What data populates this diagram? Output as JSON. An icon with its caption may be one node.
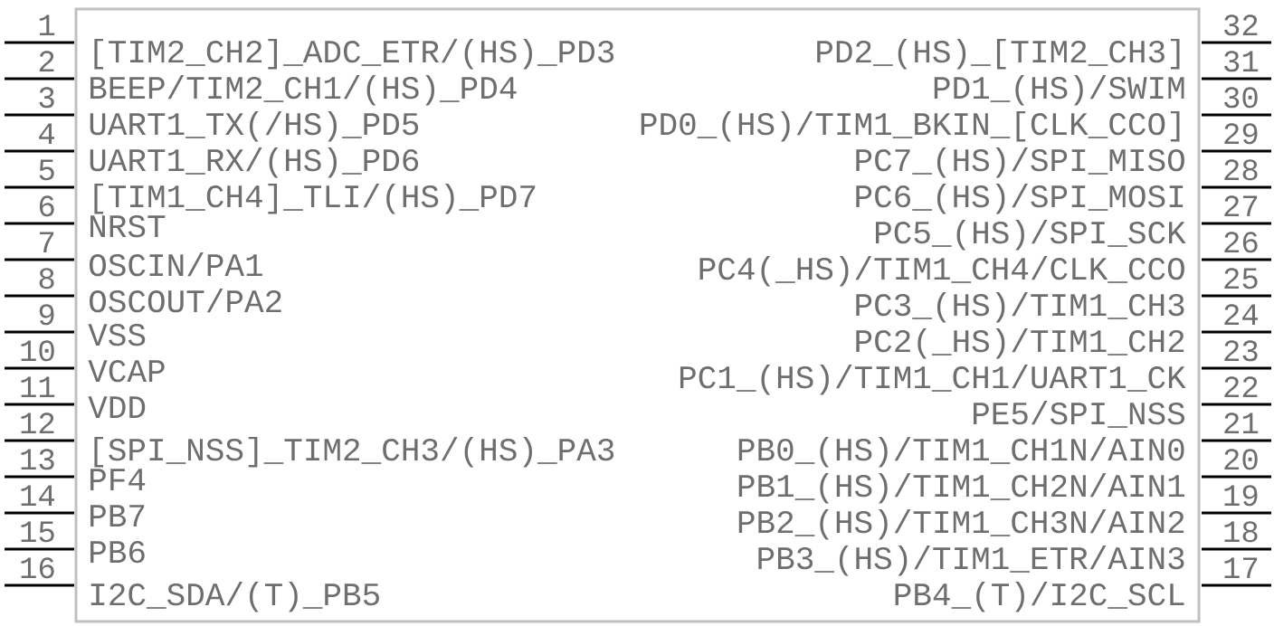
{
  "diagram": {
    "nodes": [
      {
        "text": [],
        "shape": "box"
      }
    ],
    "labels": [
      "1",
      "[TIM2_CH2]_ADC_ETR/(HS)_PD3",
      "PD2_(HS)_[TIM2_CH3]",
      "32",
      "2",
      "BEEP/TIM2_CH1/(HS)_PD4",
      "PD1_(HS)/SWIM",
      "31",
      "3",
      "UART1_TX(/HS)_PD5",
      "PD0_(HS)/TIM1_BKIN_[CLK_CCO]",
      "30",
      "4",
      "UART1_RX/(HS)_PD6",
      "PC7_(HS)/SPI_MISO",
      "29",
      "5",
      "[TIM1_CH4]_TLI/(HS)_PD7",
      "PC6_(HS)/SPI_MOSI",
      "28",
      "6",
      "NRST",
      "PC5_(HS)/SPI_SCK",
      "27",
      "7",
      "OSCIN/PA1",
      "PC4(_HS)/TIM1_CH4/CLK_CCO",
      "26",
      "8",
      "OSCOUT/PA2",
      "PC3_(HS)/TIM1_CH3",
      "25",
      "9",
      "VSS",
      "PC2(_HS)/TIM1_CH2",
      "24",
      "10",
      "VCAP",
      "PC1_(HS)/TIM1_CH1/UART1_CK",
      "23",
      "11",
      "VDD",
      "PE5/SPI_NSS",
      "22",
      "12",
      "[SPI_NSS]_TIM2_CH3/(HS)_PA3",
      "PB0_(HS)/TIM1_CH1N/AIN0",
      "21",
      "13",
      "PF4",
      "PB1_(HS)/TIM1_CH2N/AIN1",
      "20",
      "14",
      "PB7",
      "PB2_(HS)/TIM1_CH3N/AIN2",
      "19",
      "15",
      "PB6",
      "PB3_(HS)/TIM1_ETR/AIN3",
      "18",
      "16",
      "I2C_SDA/(T)_PB5",
      "PB4_(T)/I2C_SCL",
      "17"
    ]
  }
}
